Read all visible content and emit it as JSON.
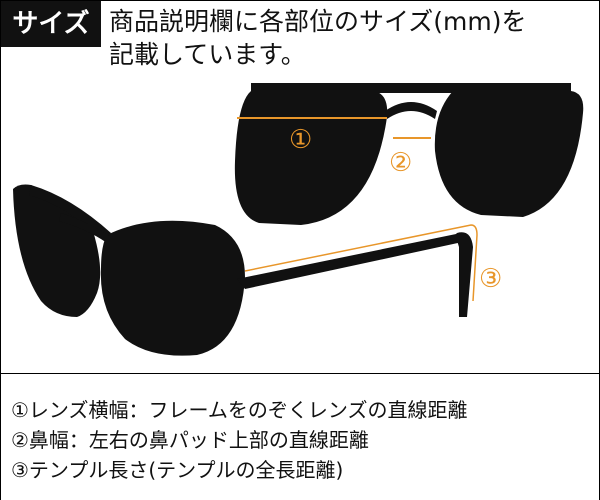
{
  "badge": {
    "label": "サイズ"
  },
  "header": {
    "line1": "商品説明欄に各部位のサイズ(mm)を",
    "line2": "記載しています。"
  },
  "markers": {
    "m1": "①",
    "m2": "②",
    "m3": "③"
  },
  "legend": {
    "items": [
      "①レンズ横幅：フレームをのぞくレンズの直線距離",
      "②鼻幅：左右の鼻パッド上部の直線距離",
      "③テンプル長さ(テンプルの全長距離)"
    ]
  },
  "colors": {
    "lens": "#111111",
    "accent": "#e8962a",
    "badge_bg": "#111111",
    "badge_text": "#ffffff"
  }
}
